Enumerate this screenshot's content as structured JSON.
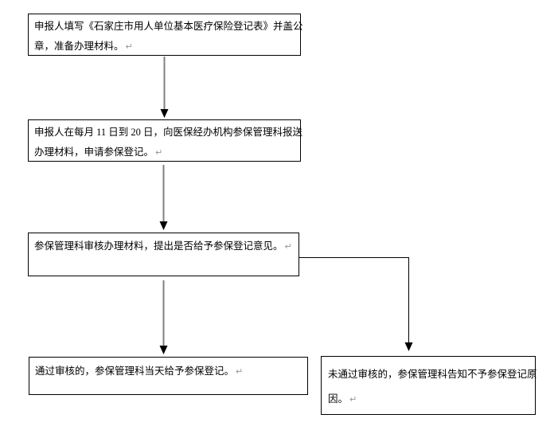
{
  "flowchart": {
    "pilcrow": "↵",
    "steps": [
      {
        "name": "fill-form",
        "lines": [
          "申报人填写《石家庄市用人单位基本医疗保险登记表》并盖公",
          "章，准备办理材料。"
        ]
      },
      {
        "name": "submit-materials",
        "lines": [
          "申报人在每月 11 日到 20 日，向医保经办机构参保管理科报送",
          "办理材料，申请参保登记。"
        ]
      },
      {
        "name": "review-materials",
        "lines": [
          "参保管理科审核办理材料，提出是否给予参保登记意见。"
        ]
      },
      {
        "name": "approved-result",
        "lines": [
          "通过审核的，参保管理科当天给予参保登记。"
        ]
      },
      {
        "name": "rejected-result",
        "lines": [
          "未通过审核的，参保管理科告知不予参保登记原",
          "因。"
        ]
      }
    ]
  },
  "colors": {
    "page_background": "#ffffff",
    "box_border": "#000000",
    "box_background": "#ffffff",
    "text": "#000000",
    "arrow_stem": "#808080",
    "arrowhead": "#000000",
    "branch_line": "#000000",
    "pilcrow_mark": "#949494"
  }
}
